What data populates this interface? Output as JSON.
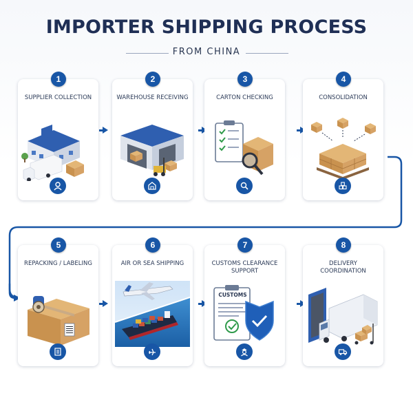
{
  "header": {
    "title": "IMPORTER SHIPPING PROCESS",
    "subtitle": "FROM CHINA"
  },
  "steps": [
    {
      "number": "1",
      "label": "SUPPLIER COLLECTION",
      "icon": "user-icon"
    },
    {
      "number": "2",
      "label": "WAREHOUSE RECEIVING",
      "icon": "warehouse-icon"
    },
    {
      "number": "3",
      "label": "CARTON CHECKING",
      "icon": "magnifier-icon"
    },
    {
      "number": "4",
      "label": "CONSOLIDATION",
      "icon": "boxes-icon"
    },
    {
      "number": "5",
      "label": "REPACKING / LABELING",
      "icon": "label-icon"
    },
    {
      "number": "6",
      "label": "AIR OR SEA SHIPPING",
      "icon": "plane-icon"
    },
    {
      "number": "7",
      "label": "CUSTOMS CLEARANCE SUPPORT",
      "icon": "officer-icon"
    },
    {
      "number": "8",
      "label": "DELIVERY COORDINATION",
      "icon": "truck-icon"
    }
  ],
  "art": {
    "customs_doc_label": "CUSTOMS"
  },
  "colors": {
    "accent": "#1856a6",
    "title": "#1f2f55",
    "box": "#d6a265"
  }
}
